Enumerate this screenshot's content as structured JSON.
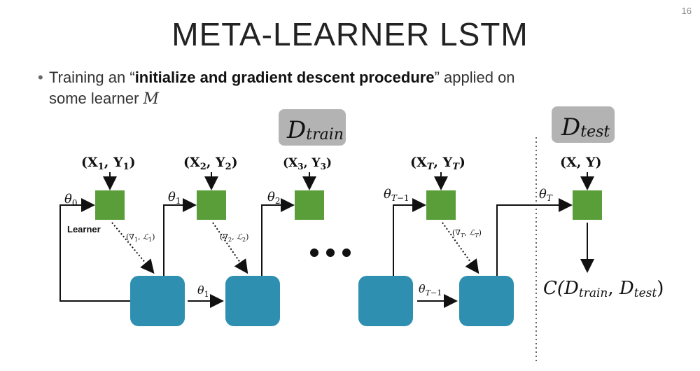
{
  "slide": {
    "number": "16",
    "title": "META-LEARNER LSTM",
    "bullet": {
      "pre": "Training an “",
      "bold": "initialize and gradient descent procedure",
      "post": "” applied on",
      "line2": "some learner ",
      "line2_var": "M"
    }
  },
  "diagram": {
    "d_train": "D",
    "d_train_sub": "train",
    "d_test": "D",
    "d_test_sub": "test",
    "learner_label": "Learner",
    "inputs": [
      "(X₁, Y₁)",
      "(X₂, Y₂)",
      "(X₃, Y₃)",
      "(X_T, Y_T)",
      "(X, Y)"
    ],
    "thetas_top": [
      "θ₀",
      "θ₁",
      "θ₂",
      "θ_{T−1}",
      "θ_T"
    ],
    "thetas_between": [
      "θ₁",
      "θ_{T−1}"
    ],
    "grads": [
      "(∇₁, ℒ₁)",
      "(∇₂, ℒ₂)",
      "(∇_T, ℒ_T)"
    ],
    "ellipsis": "• • •",
    "output": "C(D_train, D_test)",
    "colors": {
      "learner": "#5a9e3a",
      "lstm": "#2e8fb0",
      "label_box": "#b3b3b3"
    }
  }
}
